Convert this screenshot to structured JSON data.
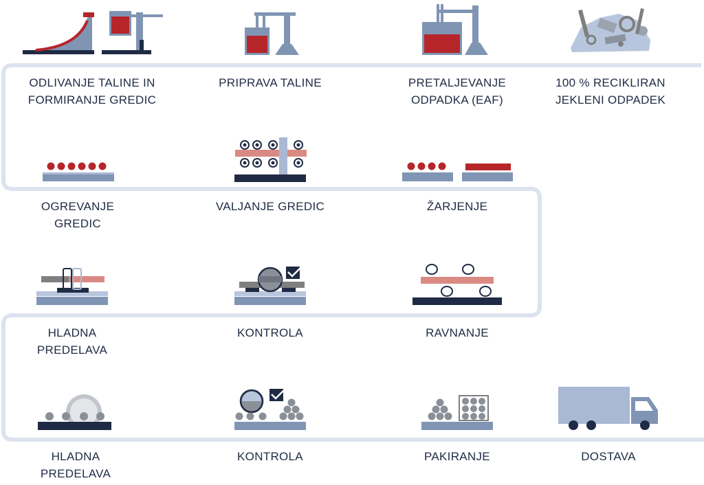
{
  "colors": {
    "navy": "#1f2b44",
    "slate": "#8095b4",
    "light_slate": "#a9b8d3",
    "pale": "#b8c6dd",
    "red": "#b5252a",
    "red_light": "#d98a83",
    "gray": "#7f7f7f",
    "path_line": "#dde3ee"
  },
  "steps": [
    {
      "id": "casting",
      "label": "ODLIVANJE TALINE IN\nFORMIRANJE GREDIC",
      "icon": "casting-icon"
    },
    {
      "id": "melt-prep",
      "label": "PRIPRAVA TALINE",
      "icon": "ladle-furnace-icon"
    },
    {
      "id": "eaf",
      "label": "PRETALJEVANJE\nODPADKA (EAF)",
      "icon": "electric-arc-furnace-icon"
    },
    {
      "id": "scrap",
      "label": "100 % RECIKLIRAN\nJEKLENI ODPADEK",
      "icon": "scrap-pile-icon"
    },
    {
      "id": "billet-heating",
      "label": "OGREVANJE\nGREDIC",
      "icon": "billet-heating-icon"
    },
    {
      "id": "rolling",
      "label": "VALJANJE GREDIC",
      "icon": "rolling-mill-icon"
    },
    {
      "id": "annealing",
      "label": "ŽARJENJE",
      "icon": "annealing-icon"
    },
    {
      "id": "cold-working-1",
      "label": "HLADNA\nPREDELAVA",
      "icon": "cold-drawing-icon"
    },
    {
      "id": "inspection-1",
      "label": "KONTROLA",
      "icon": "inspection-icon"
    },
    {
      "id": "straightening",
      "label": "RAVNANJE",
      "icon": "straightening-icon"
    },
    {
      "id": "cold-working-2",
      "label": "HLADNA\nPREDELAVA",
      "icon": "cutting-saw-icon"
    },
    {
      "id": "inspection-2",
      "label": "KONTROLA",
      "icon": "bar-inspection-icon"
    },
    {
      "id": "packing",
      "label": "PAKIRANJE",
      "icon": "packing-icon"
    },
    {
      "id": "delivery",
      "label": "DOSTAVA",
      "icon": "delivery-truck-icon"
    }
  ]
}
